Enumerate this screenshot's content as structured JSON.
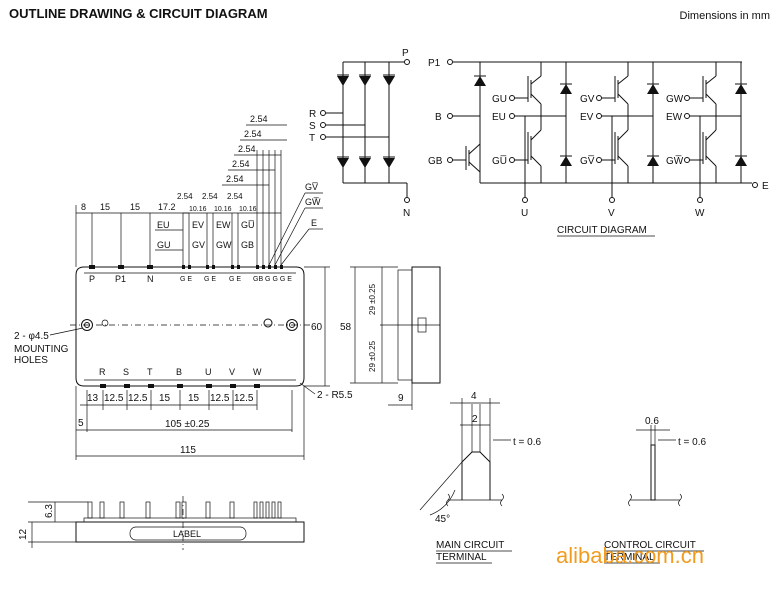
{
  "header": {
    "title": "OUTLINE DRAWING & CIRCUIT DIAGRAM",
    "dimensions_note": "Dimensions in mm"
  },
  "circuit": {
    "caption": "CIRCUIT DIAGRAM",
    "terminals_left": [
      "P",
      "R",
      "S",
      "T",
      "N"
    ],
    "terminals_inv": [
      "P1",
      "B",
      "GB",
      "GU",
      "EU",
      "GU̅",
      "GV",
      "EV",
      "GV̅",
      "GW",
      "EW",
      "GW̅",
      "U",
      "V",
      "W",
      "E"
    ]
  },
  "outline": {
    "top_dims": [
      "8",
      "15",
      "15",
      "17.2",
      "2.54",
      "2.54",
      "2.54",
      "10.16",
      "10.16",
      "10.16"
    ],
    "pitch_stack": [
      "2.54",
      "2.54",
      "2.54",
      "2.54",
      "2.54"
    ],
    "top_pins": [
      "P",
      "P1",
      "N",
      "G E",
      "G E",
      "G E",
      "GB G G G E"
    ],
    "gate_labels": [
      "EU",
      "GU",
      "EV",
      "GV",
      "EW",
      "GW",
      "GU̅",
      "GB"
    ],
    "right_labels": [
      "GV̅",
      "GW̅",
      "E"
    ],
    "bottom_pins": [
      "R",
      "S",
      "T",
      "B",
      "U",
      "V",
      "W"
    ],
    "bottom_dims": [
      "13",
      "12.5",
      "12.5",
      "15",
      "15",
      "12.5",
      "12.5"
    ],
    "dim_5": "5",
    "dim_105": "105 ±0.25",
    "dim_115": "115",
    "mounting_hole_size": "2 - φ4.5",
    "mounting_label_1": "MOUNTING",
    "mounting_label_2": "HOLES",
    "radius": "2 - R5.5",
    "dim_60": "60",
    "dim_58": "58",
    "side_dim_a": "29 ±0.25",
    "side_dim_b": "29 ±0.25",
    "dim_9": "9",
    "dim_6_3": "6.3",
    "dim_12": "12",
    "label_text": "LABEL"
  },
  "terminals": {
    "main_w_outer": "4",
    "main_w_inner": "2",
    "main_t": "t = 0.6",
    "main_angle": "45°",
    "main_caption_1": "MAIN CIRCUIT",
    "main_caption_2": "TERMINAL",
    "ctrl_w": "0.6",
    "ctrl_t": "t = 0.6",
    "ctrl_caption_1": "CONTROL CIRCUIT",
    "ctrl_caption_2": "TERMINAL"
  },
  "watermark": "alibaba.com.cn"
}
